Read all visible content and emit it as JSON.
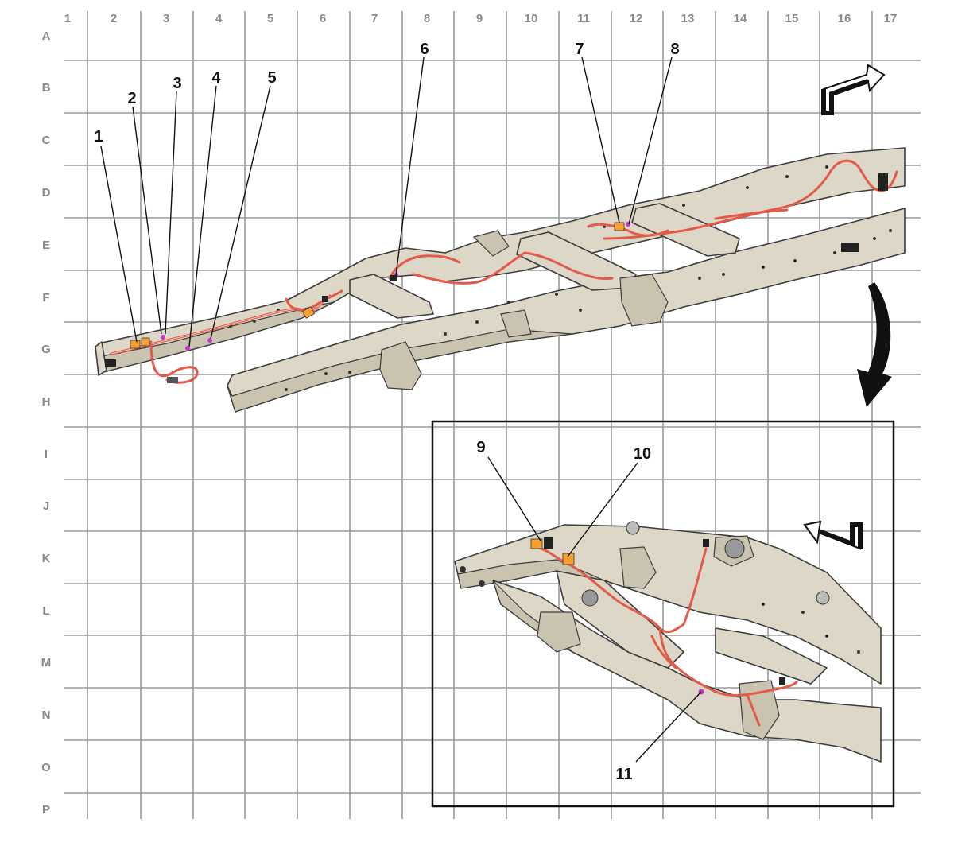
{
  "grid": {
    "columns": [
      "1",
      "2",
      "3",
      "4",
      "5",
      "6",
      "7",
      "8",
      "9",
      "10",
      "11",
      "12",
      "13",
      "14",
      "15",
      "16",
      "17"
    ],
    "rows": [
      "A",
      "B",
      "C",
      "D",
      "E",
      "F",
      "G",
      "H",
      "I",
      "J",
      "K",
      "L",
      "M",
      "N",
      "O",
      "P"
    ]
  },
  "callouts": [
    {
      "number": "1"
    },
    {
      "number": "2"
    },
    {
      "number": "3"
    },
    {
      "number": "4"
    },
    {
      "number": "5"
    },
    {
      "number": "6"
    },
    {
      "number": "7"
    },
    {
      "number": "8"
    },
    {
      "number": "9"
    },
    {
      "number": "10"
    },
    {
      "number": "11"
    }
  ],
  "colors": {
    "frame": "#dcd7c7",
    "harness": "#e25a4a",
    "connector": "#f7a030",
    "marker": "#cc33cc",
    "grid": "#9a9a9a"
  },
  "icons": [
    "direction-arrow-icon",
    "curved-arrow-icon",
    "direction-arrow-left-icon"
  ]
}
